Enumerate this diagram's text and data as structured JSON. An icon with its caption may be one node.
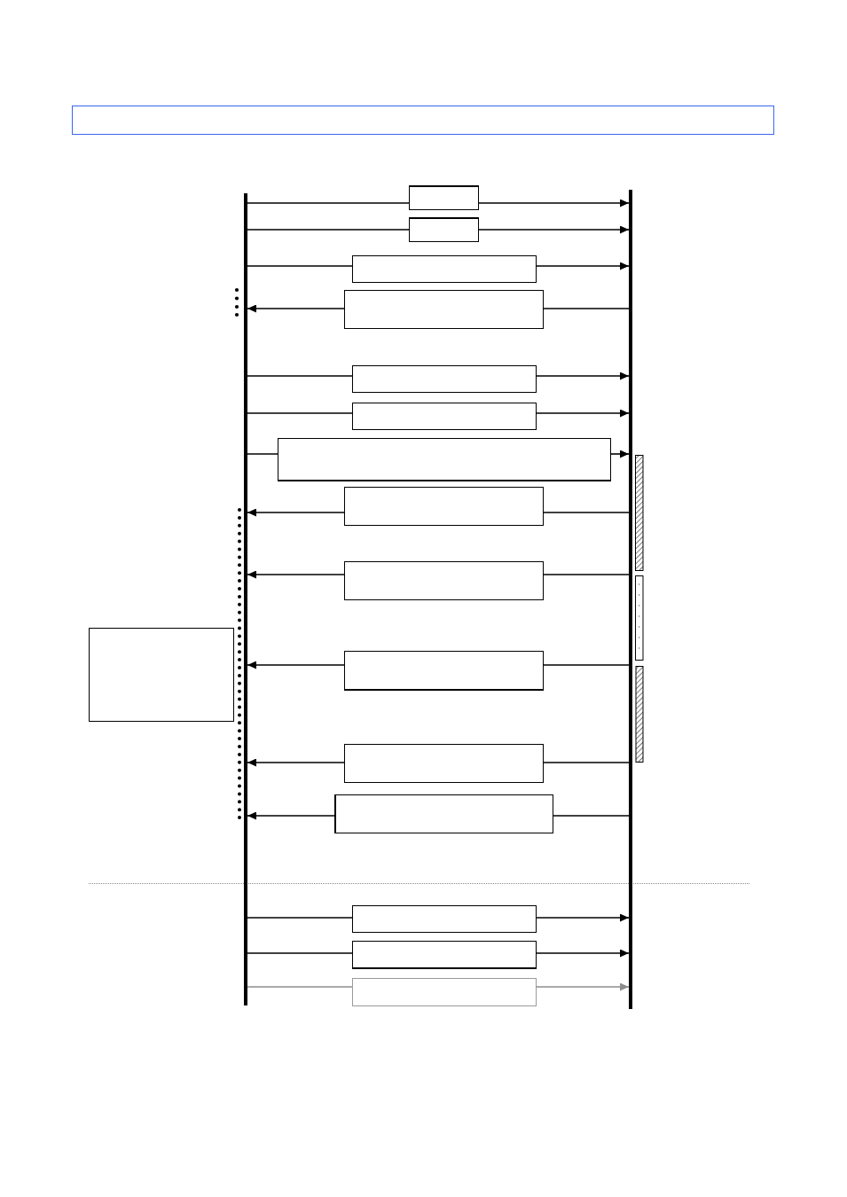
{
  "diagram": {
    "nodes": [
      {
        "text": [],
        "shape": "box"
      },
      {
        "text": [],
        "shape": "bar"
      },
      {
        "text": [],
        "shape": "bar"
      },
      {
        "text": [],
        "shape": "box"
      },
      {
        "text": [],
        "shape": "box"
      },
      {
        "text": [],
        "shape": "box"
      },
      {
        "text": [],
        "shape": "box"
      },
      {
        "text": [],
        "shape": "box"
      },
      {
        "text": [],
        "shape": "box"
      },
      {
        "text": [],
        "shape": "box"
      },
      {
        "text": [],
        "shape": "box"
      },
      {
        "text": [],
        "shape": "box"
      },
      {
        "text": [],
        "shape": "box"
      },
      {
        "text": [],
        "shape": "box"
      },
      {
        "text": [],
        "shape": "box"
      },
      {
        "text": [],
        "shape": "box"
      },
      {
        "text": [],
        "shape": "box"
      },
      {
        "text": [],
        "shape": "box"
      },
      {
        "text": [],
        "shape": "box"
      }
    ],
    "edges": [
      {
        "from": 1,
        "to": 3,
        "arrow": "none"
      },
      {
        "from": 3,
        "to": 2,
        "arrow": "to"
      },
      {
        "from": 1,
        "to": 4,
        "arrow": "none"
      },
      {
        "from": 4,
        "to": 2,
        "arrow": "to"
      },
      {
        "from": 1,
        "to": 5,
        "arrow": "none"
      },
      {
        "from": 5,
        "to": 2,
        "arrow": "to"
      },
      {
        "from": 2,
        "to": 6,
        "arrow": "none"
      },
      {
        "from": 6,
        "to": 1,
        "arrow": "to"
      },
      {
        "from": 1,
        "to": 7,
        "arrow": "none"
      },
      {
        "from": 7,
        "to": 2,
        "arrow": "to"
      },
      {
        "from": 1,
        "to": 8,
        "arrow": "none"
      },
      {
        "from": 8,
        "to": 2,
        "arrow": "to"
      },
      {
        "from": 1,
        "to": 9,
        "arrow": "none"
      },
      {
        "from": 9,
        "to": 2,
        "arrow": "to"
      },
      {
        "from": 2,
        "to": 10,
        "arrow": "none"
      },
      {
        "from": 10,
        "to": 1,
        "arrow": "to"
      },
      {
        "from": 2,
        "to": 11,
        "arrow": "none"
      },
      {
        "from": 11,
        "to": 1,
        "arrow": "to"
      },
      {
        "from": 2,
        "to": 13,
        "arrow": "none"
      },
      {
        "from": 13,
        "to": 1,
        "arrow": "to"
      },
      {
        "from": 2,
        "to": 14,
        "arrow": "none"
      },
      {
        "from": 14,
        "to": 1,
        "arrow": "to"
      },
      {
        "from": 2,
        "to": 15,
        "arrow": "none"
      },
      {
        "from": 15,
        "to": 1,
        "arrow": "to"
      },
      {
        "from": 1,
        "to": 16,
        "arrow": "none"
      },
      {
        "from": 16,
        "to": 2,
        "arrow": "to"
      },
      {
        "from": 1,
        "to": 17,
        "arrow": "none"
      },
      {
        "from": 17,
        "to": 2,
        "arrow": "to"
      },
      {
        "from": 1,
        "to": 18,
        "arrow": "none",
        "color": "#8c8c8c"
      },
      {
        "from": 18,
        "to": 2,
        "arrow": "to",
        "color": "#8c8c8c"
      }
    ]
  }
}
